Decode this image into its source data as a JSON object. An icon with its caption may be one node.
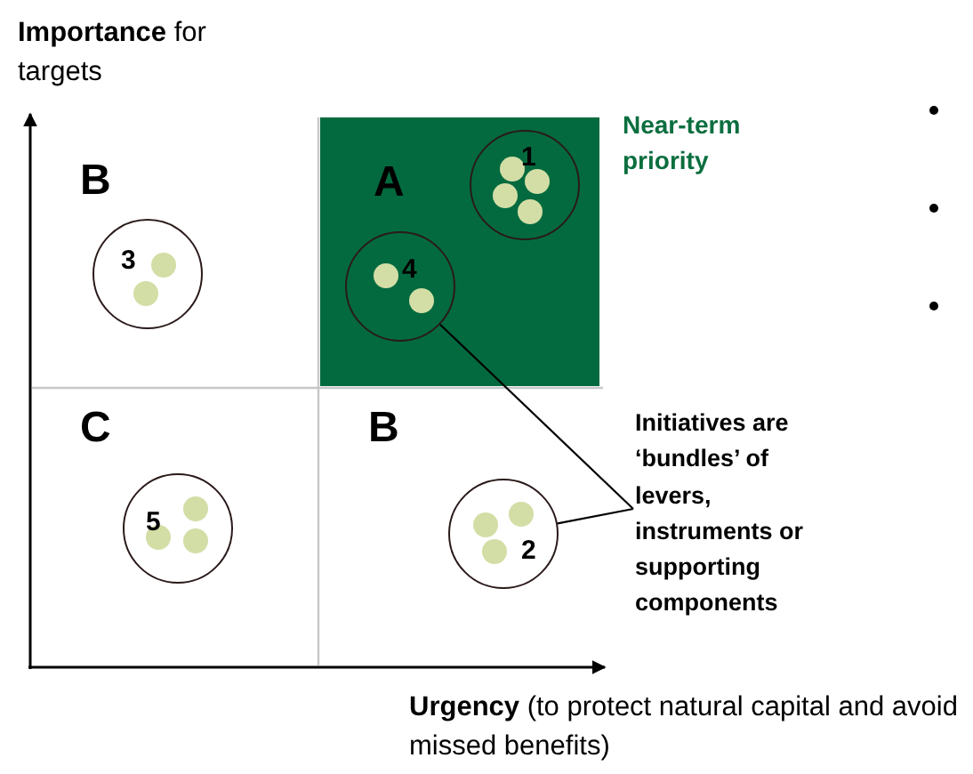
{
  "diagram": {
    "nodes": [
      {
        "text": [
          "B"
        ]
      },
      {
        "text": [
          "3"
        ],
        "in": 0
      },
      {
        "text": [
          "A"
        ],
        "beside": [
          "Near-term priority"
        ]
      },
      {
        "text": [
          "1"
        ],
        "in": 2
      },
      {
        "text": [
          "4"
        ],
        "in": 2
      },
      {
        "text": [
          "C"
        ]
      },
      {
        "text": [
          "5"
        ],
        "in": 5
      },
      {
        "text": [
          "B"
        ]
      },
      {
        "text": [
          "2"
        ],
        "in": 7
      },
      {
        "text": [
          "Initiatives are ‘bundles’ of levers, instruments or supporting components"
        ]
      }
    ],
    "edges": [
      {
        "from": 9,
        "to": 4,
        "arrow": "none"
      },
      {
        "from": 9,
        "to": 8,
        "arrow": "none"
      }
    ],
    "labels": [
      "**Importance** for targets",
      "**Urgency** (to protect natural capital and avoid missed benefits)"
    ]
  }
}
